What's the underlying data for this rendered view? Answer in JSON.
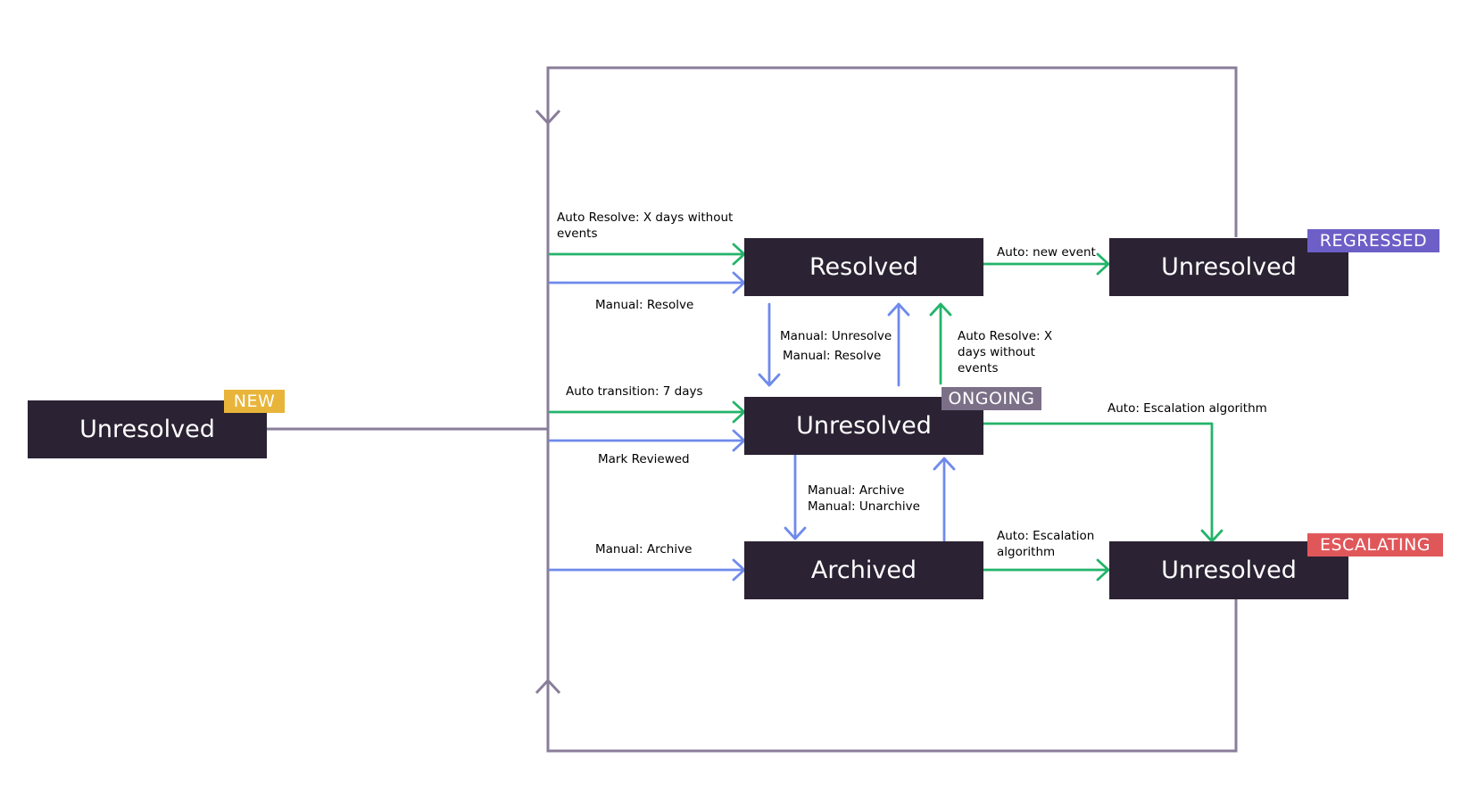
{
  "colors": {
    "node_fill": "#2b2233",
    "node_text": "#ffffff",
    "frame": "#8a7d9a",
    "auto_transition": "#23b46a",
    "manual_transition": "#6f8aeb",
    "badge_new": "#e8b53a",
    "badge_ongoing": "#7c7088",
    "badge_regressed": "#6c5fc7",
    "badge_escalating": "#e0575a"
  },
  "states": {
    "new": {
      "label": "Unresolved",
      "badge": "NEW"
    },
    "resolved": {
      "label": "Resolved"
    },
    "ongoing": {
      "label": "Unresolved",
      "badge": "ONGOING"
    },
    "archived": {
      "label": "Archived"
    },
    "regressed": {
      "label": "Unresolved",
      "badge": "REGRESSED"
    },
    "escalating": {
      "label": "Unresolved",
      "badge": "ESCALATING"
    }
  },
  "transitions": {
    "auto_resolve_left": {
      "line1": "Auto Resolve: X days without",
      "line2": "events"
    },
    "manual_resolve_left": "Manual: Resolve",
    "auto_transition_7_days": "Auto transition: 7 days",
    "mark_reviewed": "Mark Reviewed",
    "manual_archive_left": "Manual: Archive",
    "manual_unresolve": "Manual: Unresolve",
    "manual_resolve_mid": "Manual: Resolve",
    "auto_resolve_mid": {
      "line1": "Auto Resolve: X",
      "line2": "days without",
      "line3": "events"
    },
    "manual_archive_mid": "Manual: Archive",
    "manual_unarchive": "Manual: Unarchive",
    "auto_new_event": "Auto: new event",
    "auto_escalation_algorithm_top": "Auto: Escalation algorithm",
    "auto_escalation_bottom": {
      "line1": "Auto: Escalation",
      "line2": "algorithm"
    }
  }
}
